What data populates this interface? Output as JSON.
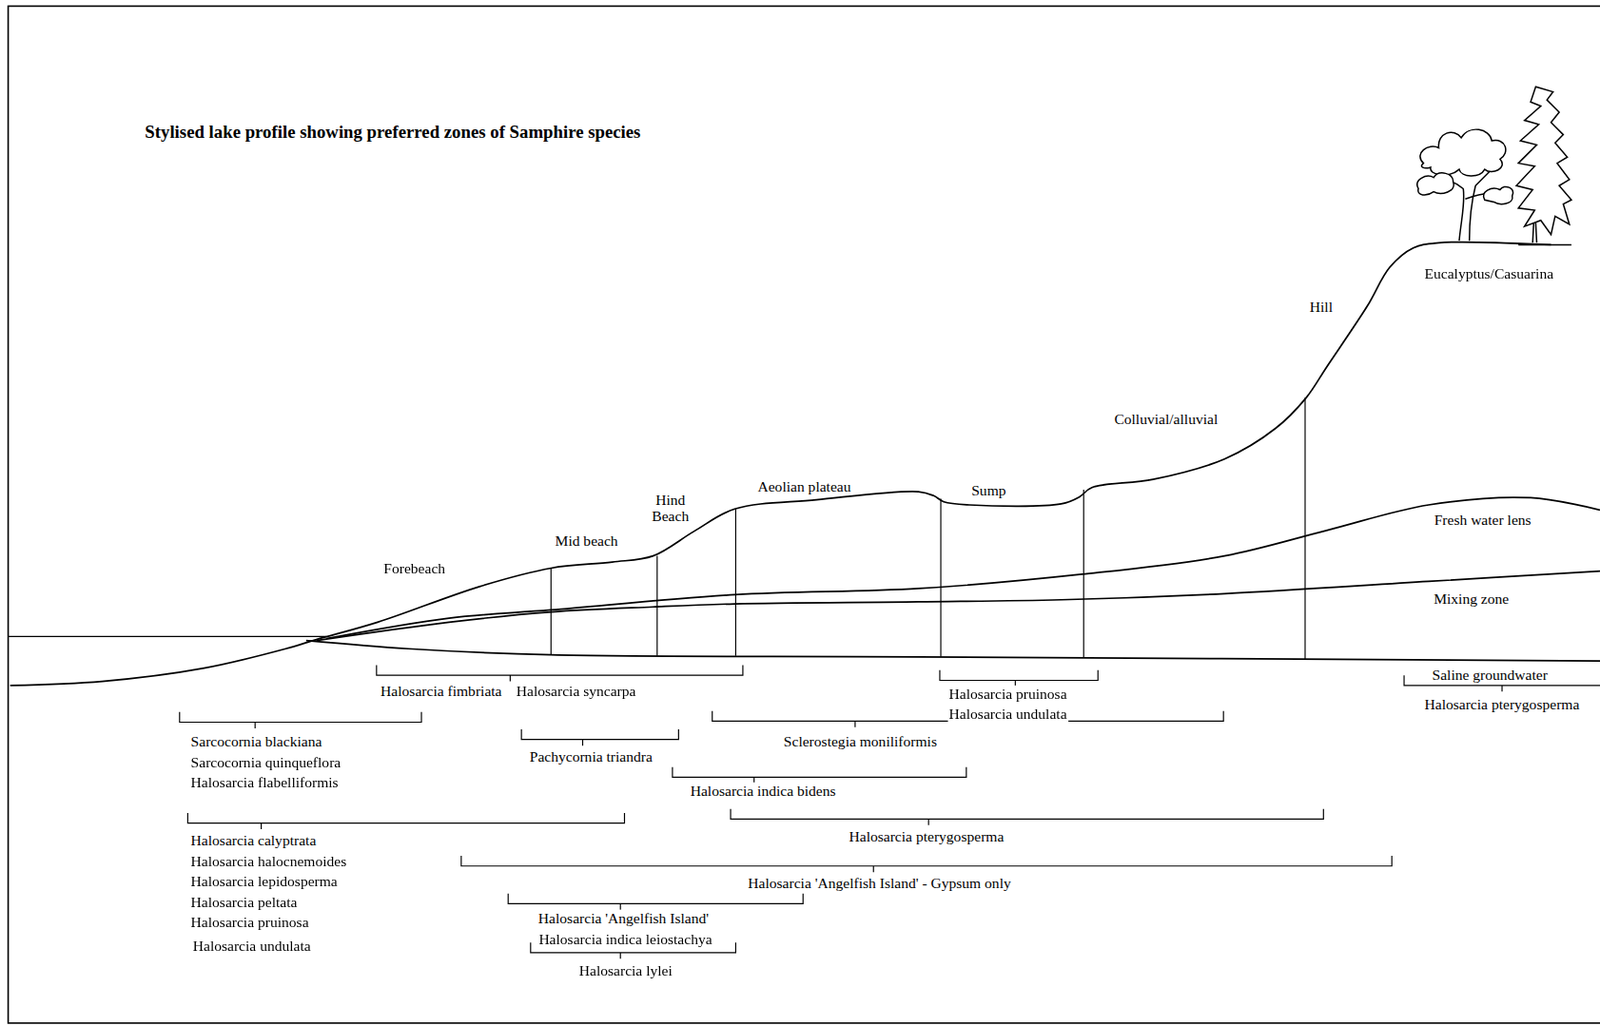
{
  "diagram": {
    "title": "Stylised lake profile showing preferred zones of Samphire species",
    "labels": [
      "Forebeach",
      "Mid beach",
      "Hind Beach",
      "Aeolian plateau",
      "Sump",
      "Colluvial/alluvial",
      "Hill",
      "Eucalyptus/Casuarina",
      "Fresh water lens",
      "Mixing zone",
      "Saline groundwater",
      "Halosarcia pterygosperma",
      "Halosarcia fimbriata",
      "Halosarcia syncarpa",
      "Halosarcia pruinosa",
      "Halosarcia undulata",
      "Sarcocornia blackiana",
      "Sarcocornia quinqueflora",
      "Halosarcia flabelliformis",
      "Pachycornia triandra",
      "Sclerostegia moniliformis",
      "Halosarcia indica bidens",
      "Halosarcia calyptrata",
      "Halosarcia halocnemoides",
      "Halosarcia lepidosperma",
      "Halosarcia peltata",
      "Halosarcia pruinosa",
      "Halosarcia undulata",
      "Halosarcia pterygosperma",
      "Halosarcia 'Angelfish Island' - Gypsum only",
      "Halosarcia 'Angelfish Island'",
      "Halosarcia indica leiostachya",
      "Halosarcia lylei"
    ]
  }
}
